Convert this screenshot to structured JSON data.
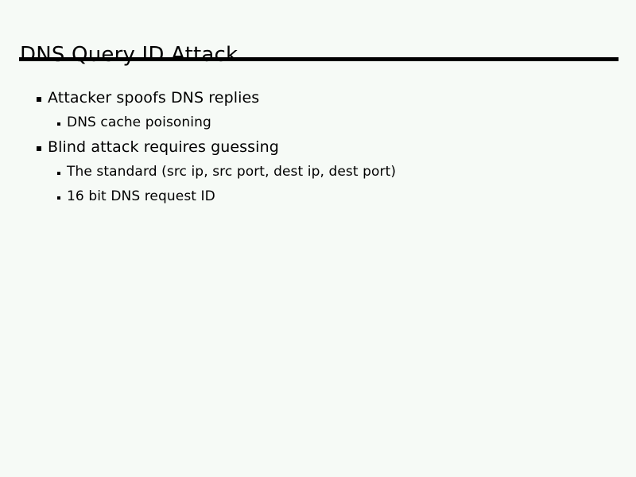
{
  "slide": {
    "title": "DNS Query ID Attack",
    "theme": {
      "background_color": "#f6faf6",
      "text_color": "#000000",
      "rule_color": "#000000",
      "bullet_color": "#000000"
    },
    "bullets": [
      {
        "level": 1,
        "text": "Attacker spoofs DNS replies"
      },
      {
        "level": 2,
        "text": "DNS cache poisoning"
      },
      {
        "level": 1,
        "text": "Blind attack requires guessing"
      },
      {
        "level": 2,
        "text": "The standard (src ip, src port, dest ip, dest port)"
      },
      {
        "level": 2,
        "text": "16 bit DNS request ID"
      }
    ]
  }
}
